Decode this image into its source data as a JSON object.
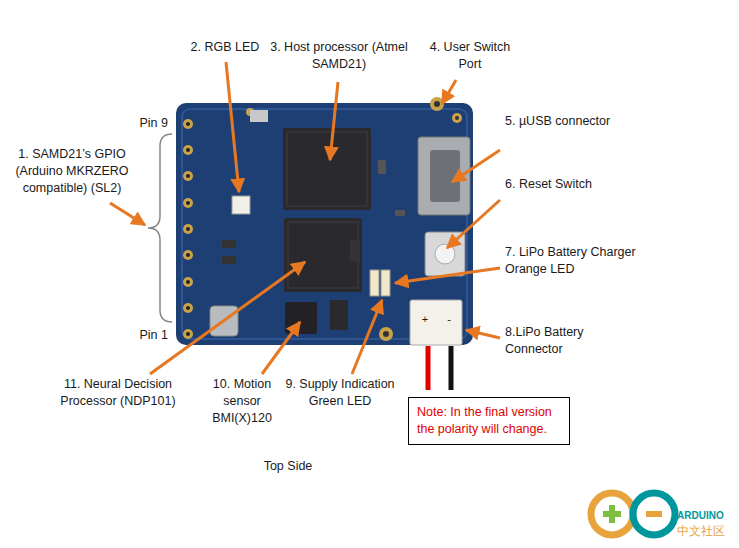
{
  "diagram": {
    "nodes": [
      {
        "text": [
          "Note: In the final version the polarity will change."
        ]
      }
    ],
    "edges": [],
    "labels": [
      "1. SAMD21’s GPIO (Arduino MKRZERO compatible) (SL2)",
      "2. RGB LED",
      "3. Host processor (Atmel SAMD21)",
      "4. User Switch Port",
      "5. µUSB connector",
      "6. Reset Switch",
      "7. LiPo Battery Charger Orange LED",
      "8.LiPo Battery Connector",
      "9. Supply Indication Green LED",
      "10. Motion sensor BMI(X)120",
      "11. Neural Decision Processor (NDP101)",
      "Pin 9",
      "Pin 1",
      "Top Side",
      "+",
      "-",
      "ARDUINO",
      "中文社区"
    ]
  }
}
